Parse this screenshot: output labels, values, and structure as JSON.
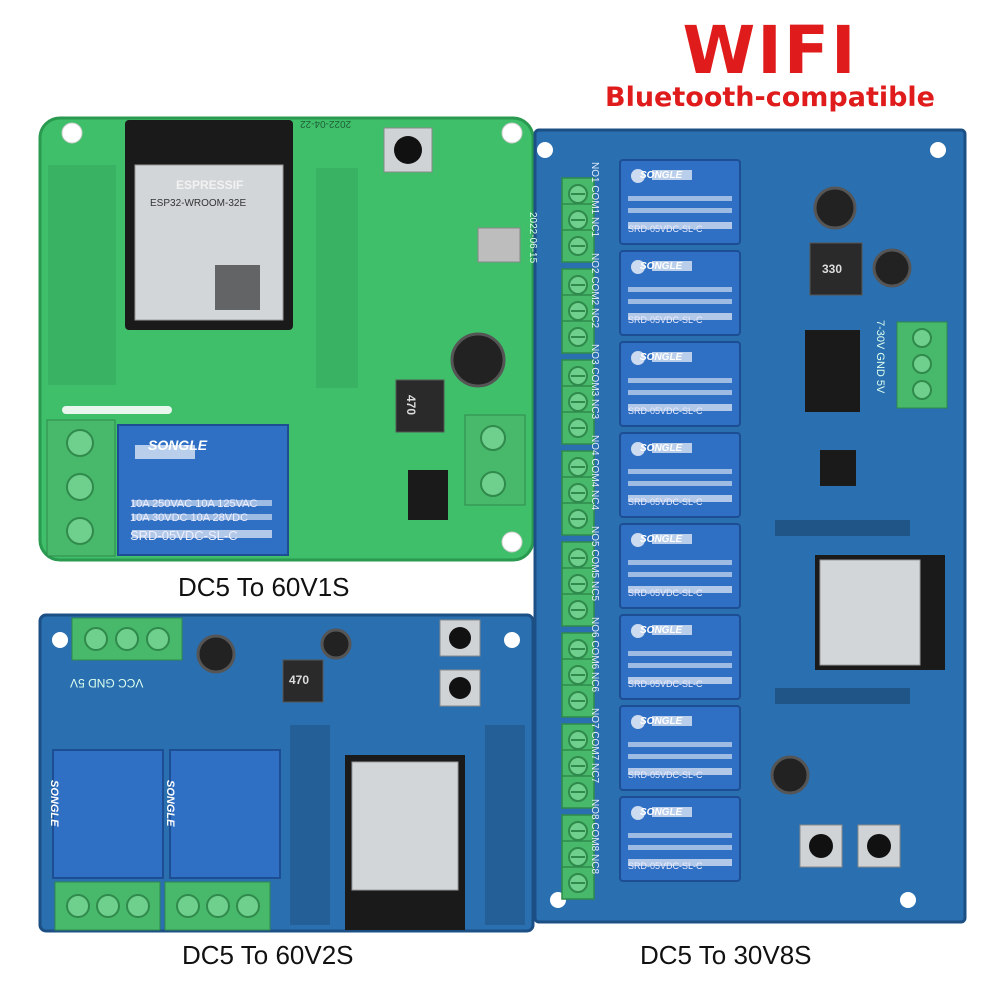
{
  "headline": {
    "primary": "WIFI",
    "secondary": "Bluetooth-compatible"
  },
  "boards": [
    {
      "caption": "DC5 To 60V1S",
      "pcb_date": "2022-04-22",
      "module_brand": "ESPRESSIF",
      "module_model": "ESP32-WROOM-32E",
      "inductor": "470"
    },
    {
      "caption": "DC5 To 60V2S",
      "header_label": "VCC GND 5V",
      "inductor": "470"
    },
    {
      "caption": "DC5 To 30V8S",
      "pcb_date": "2022-06-15",
      "input_label": "7-30V GND 5V",
      "inductor": "330"
    }
  ],
  "relay": {
    "brand": "SONGLE",
    "line1": "10A 250VAC  10A 125VAC",
    "line2": "10A 30VDC   10A 28VDC",
    "model": "SRD-05VDC-SL-C"
  },
  "terminal_labels": [
    "NO1 COM1 NC1",
    "NO2 COM2 NC2",
    "NO3 COM3 NC3",
    "NO4 COM4 NC4",
    "NO5 COM5 NC5",
    "NO6 COM6 NC6",
    "NO7 COM7 NC7",
    "NO8 COM8 NC8"
  ],
  "colors": {
    "headline": "#e01b1b",
    "pcb_green": "#3fbf6a",
    "pcb_blue": "#2a6fb0",
    "relay_blue": "#2f6fc4",
    "terminal_green": "#48b86a"
  }
}
